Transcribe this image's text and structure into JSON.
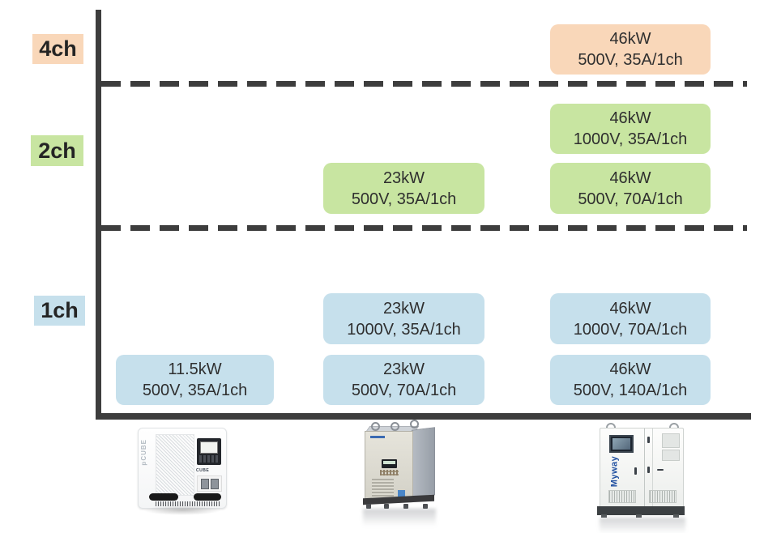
{
  "colors": {
    "orange": "#f9d7b9",
    "green": "#c8e5a1",
    "blue": "#c6e0ec",
    "axis": "#3d3d3d",
    "text": "#2f2f2f"
  },
  "rows": [
    {
      "label": "4ch"
    },
    {
      "label": "2ch"
    },
    {
      "label": "1ch"
    }
  ],
  "boxes": [
    {
      "row": "4ch",
      "power": "46kW",
      "spec": "500V, 35A/1ch"
    },
    {
      "row": "2ch",
      "power": "46kW",
      "spec": "1000V, 35A/1ch"
    },
    {
      "row": "2ch",
      "power": "23kW",
      "spec": "500V, 35A/1ch"
    },
    {
      "row": "2ch",
      "power": "46kW",
      "spec": "500V, 70A/1ch"
    },
    {
      "row": "1ch",
      "power": "23kW",
      "spec": "1000V, 35A/1ch"
    },
    {
      "row": "1ch",
      "power": "46kW",
      "spec": "1000V, 70A/1ch"
    },
    {
      "row": "1ch",
      "power": "11.5kW",
      "spec": "500V, 35A/1ch"
    },
    {
      "row": "1ch",
      "power": "23kW",
      "spec": "500V, 70A/1ch"
    },
    {
      "row": "1ch",
      "power": "46kW",
      "spec": "500V, 140A/1ch"
    }
  ],
  "products": [
    {
      "name": "benchtop unit",
      "side_logo": "pCUBE",
      "panel_logo": "CUBE"
    },
    {
      "name": "tower cabinet"
    },
    {
      "name": "large cabinet",
      "logo": "Myway"
    }
  ]
}
